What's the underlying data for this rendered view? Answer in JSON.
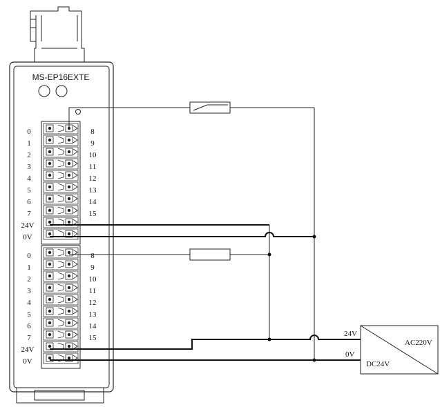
{
  "module": {
    "model": "MS-EP16EXTE",
    "top_block": {
      "left_labels": [
        "0",
        "1",
        "2",
        "3",
        "4",
        "5",
        "6",
        "7",
        "24V",
        "0V"
      ],
      "right_labels": [
        "8",
        "9",
        "10",
        "11",
        "12",
        "13",
        "14",
        "15"
      ]
    },
    "bottom_block": {
      "left_labels": [
        "0",
        "1",
        "2",
        "3",
        "4",
        "5",
        "6",
        "7",
        "24V",
        "0V"
      ],
      "right_labels": [
        "8",
        "9",
        "10",
        "11",
        "12",
        "13",
        "14",
        "15"
      ]
    }
  },
  "power_supply": {
    "input_label": "AC220V",
    "output_label": "DC24V",
    "terminal_24v": "24V",
    "terminal_0v": "0V"
  },
  "components": {
    "input_device": "switch",
    "output_device": "load"
  }
}
